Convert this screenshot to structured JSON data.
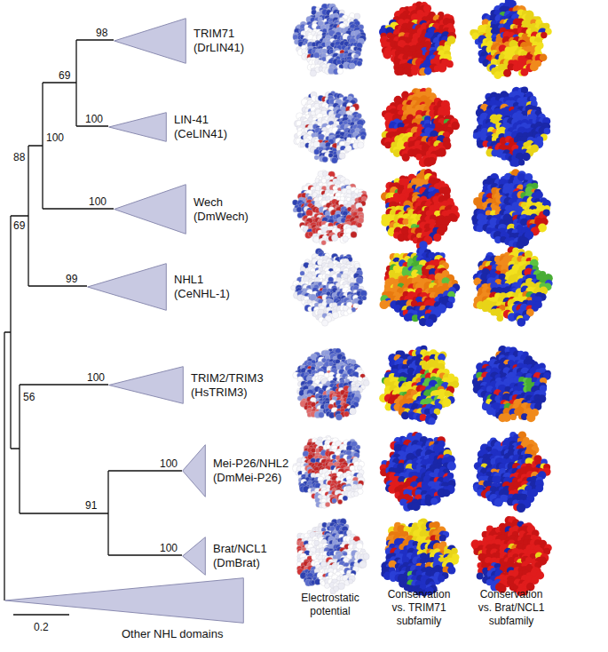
{
  "diagram": {
    "nodes": [
      {
        "text": [
          "TRIM71",
          "(DrLIN41)"
        ]
      },
      {
        "text": [
          "LIN-41",
          "(CeLIN41)"
        ]
      },
      {
        "text": [
          "Wech",
          "(DmWech)"
        ]
      },
      {
        "text": [
          "NHL1",
          "(CeNHL-1)"
        ]
      },
      {
        "text": [
          "TRIM2/TRIM3",
          "(HsTRIM3)"
        ]
      },
      {
        "text": [
          "Mei-P26/NHL2",
          "(DmMei-P26)"
        ]
      },
      {
        "text": [
          "Brat/NCL1",
          "(DmBrat)"
        ]
      },
      {
        "text": [
          "Other NHL domains"
        ]
      }
    ],
    "labels": [
      "98",
      "69",
      "100",
      "100",
      "88",
      "100",
      "69",
      "99",
      "100",
      "56",
      "100",
      "91",
      "100",
      "0.2",
      "Electrostatic potential",
      "Conservation vs. TRIM71 subfamily",
      "Conservation vs. Brat/NCL1 subfamily"
    ]
  }
}
